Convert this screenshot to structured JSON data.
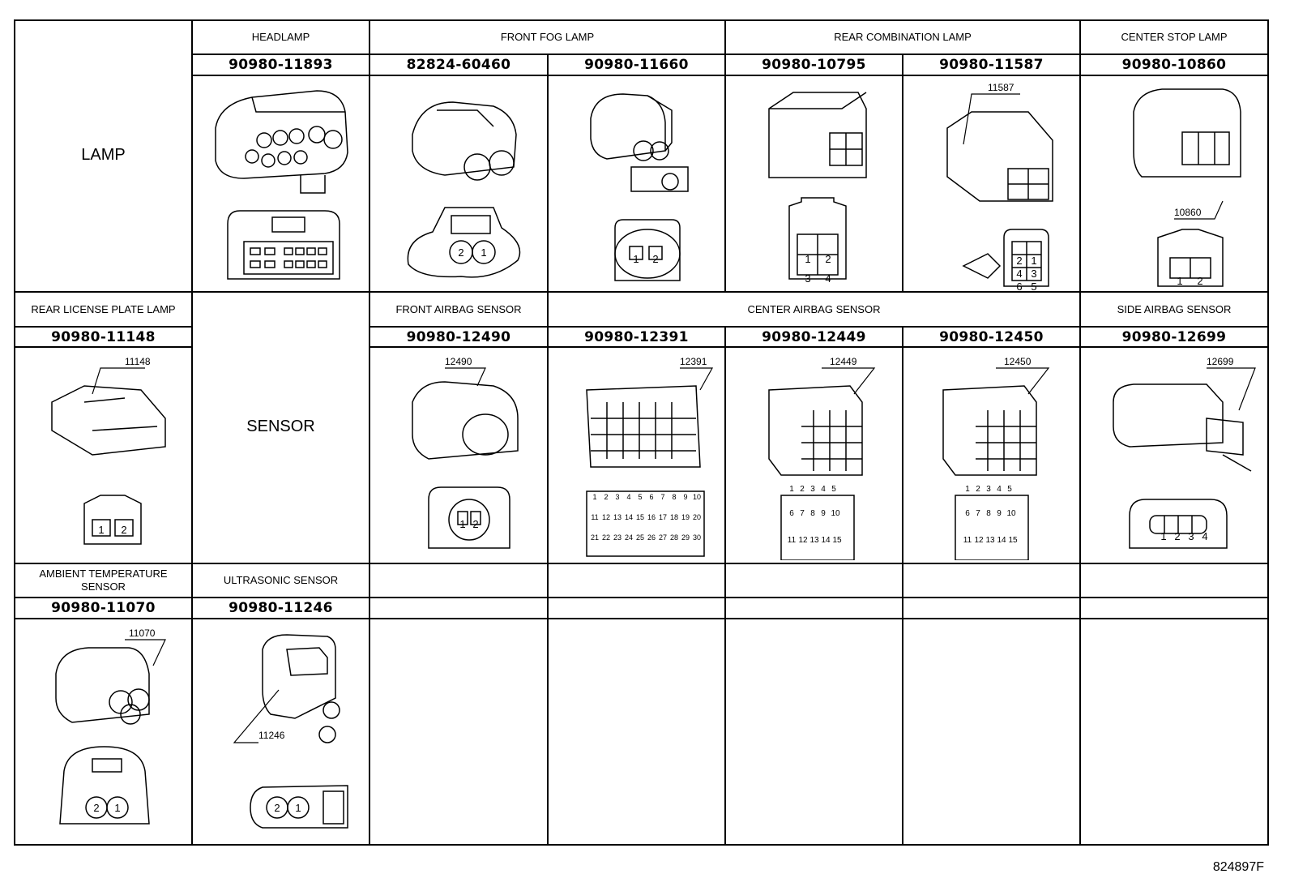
{
  "categories": {
    "lamp": "LAMP",
    "sensor": "SENSOR"
  },
  "row1": {
    "headers": [
      "HEADLAMP",
      "FRONT FOG LAMP",
      "REAR COMBINATION LAMP",
      "CENTER STOP LAMP"
    ],
    "parts": [
      "90980-11893",
      "82824-60460",
      "90980-11660",
      "90980-10795",
      "90980-11587",
      "90980-10860"
    ],
    "callouts": {
      "c11587": "11587",
      "c10860": "10860"
    }
  },
  "row2": {
    "headers": [
      "REAR LICENSE PLATE LAMP",
      "FRONT AIRBAG SENSOR",
      "CENTER AIRBAG SENSOR",
      "SIDE AIRBAG SENSOR"
    ],
    "parts": [
      "90980-11148",
      "90980-12490",
      "90980-12391",
      "90980-12449",
      "90980-12450",
      "90980-12699"
    ],
    "callouts": {
      "c11148": "11148",
      "c12490": "12490",
      "c12391": "12391",
      "c12449": "12449",
      "c12450": "12450",
      "c12699": "12699"
    }
  },
  "row3": {
    "headers": [
      "AMBIENT TEMPERATURE SENSOR",
      "ULTRASONIC SENSOR"
    ],
    "parts": [
      "90980-11070",
      "90980-11246"
    ],
    "callouts": {
      "c11070": "11070",
      "c11246": "11246"
    }
  },
  "pins": {
    "p2": [
      "2",
      "1"
    ],
    "p12": [
      "1",
      "2"
    ],
    "p4": [
      "1",
      "2",
      "3",
      "4"
    ],
    "p6": [
      "2",
      "1",
      "4",
      "3",
      "6",
      "5"
    ],
    "p30": [
      "1",
      "2",
      "3",
      "4",
      "5",
      "6",
      "7",
      "8",
      "9",
      "10",
      "11",
      "12",
      "13",
      "14",
      "15",
      "16",
      "17",
      "18",
      "19",
      "20",
      "21",
      "22",
      "23",
      "24",
      "25",
      "26",
      "27",
      "28",
      "29",
      "30"
    ],
    "p15": [
      "1",
      "2",
      "3",
      "4",
      "5",
      "6",
      "7",
      "8",
      "9",
      "10",
      "11",
      "12",
      "13",
      "14",
      "15"
    ]
  },
  "figure_id": "824897F"
}
